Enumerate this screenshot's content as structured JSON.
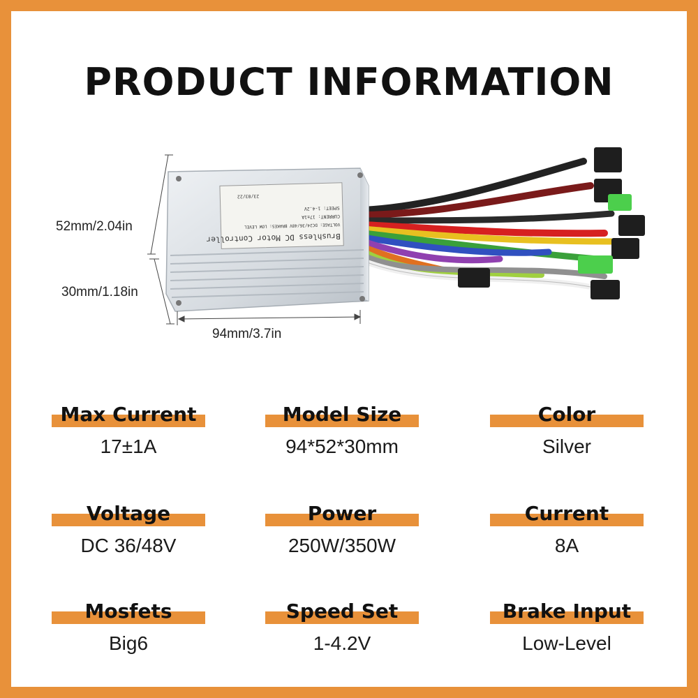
{
  "header": {
    "title": "PRODUCT INFORMATION"
  },
  "product": {
    "label_lines": [
      "Brushless DC Motor Controller",
      "VOLTAGE: DC24/36/48V   BRAKES: LOW LEVEL",
      "CURRENT: 17±1A",
      "SPEET: 1-4.2V",
      "23/03/22"
    ],
    "dimensions": {
      "height": "52mm/2.04in",
      "depth": "30mm/1.18in",
      "width": "94mm/3.7in"
    }
  },
  "specs": [
    {
      "label": "Max Current",
      "value": "17±1A"
    },
    {
      "label": "Model Size",
      "value": "94*52*30mm"
    },
    {
      "label": "Color",
      "value": "Silver"
    },
    {
      "label": "Voltage",
      "value": "DC 36/48V"
    },
    {
      "label": "Power",
      "value": "250W/350W"
    },
    {
      "label": "Current",
      "value": "8A"
    },
    {
      "label": "Mosfets",
      "value": "Big6"
    },
    {
      "label": "Speed Set",
      "value": "1-4.2V"
    },
    {
      "label": "Brake Input",
      "value": "Low-Level"
    }
  ],
  "colors": {
    "accent": "#e8913a",
    "housing": "#d8dde2",
    "background": "#ffffff"
  }
}
